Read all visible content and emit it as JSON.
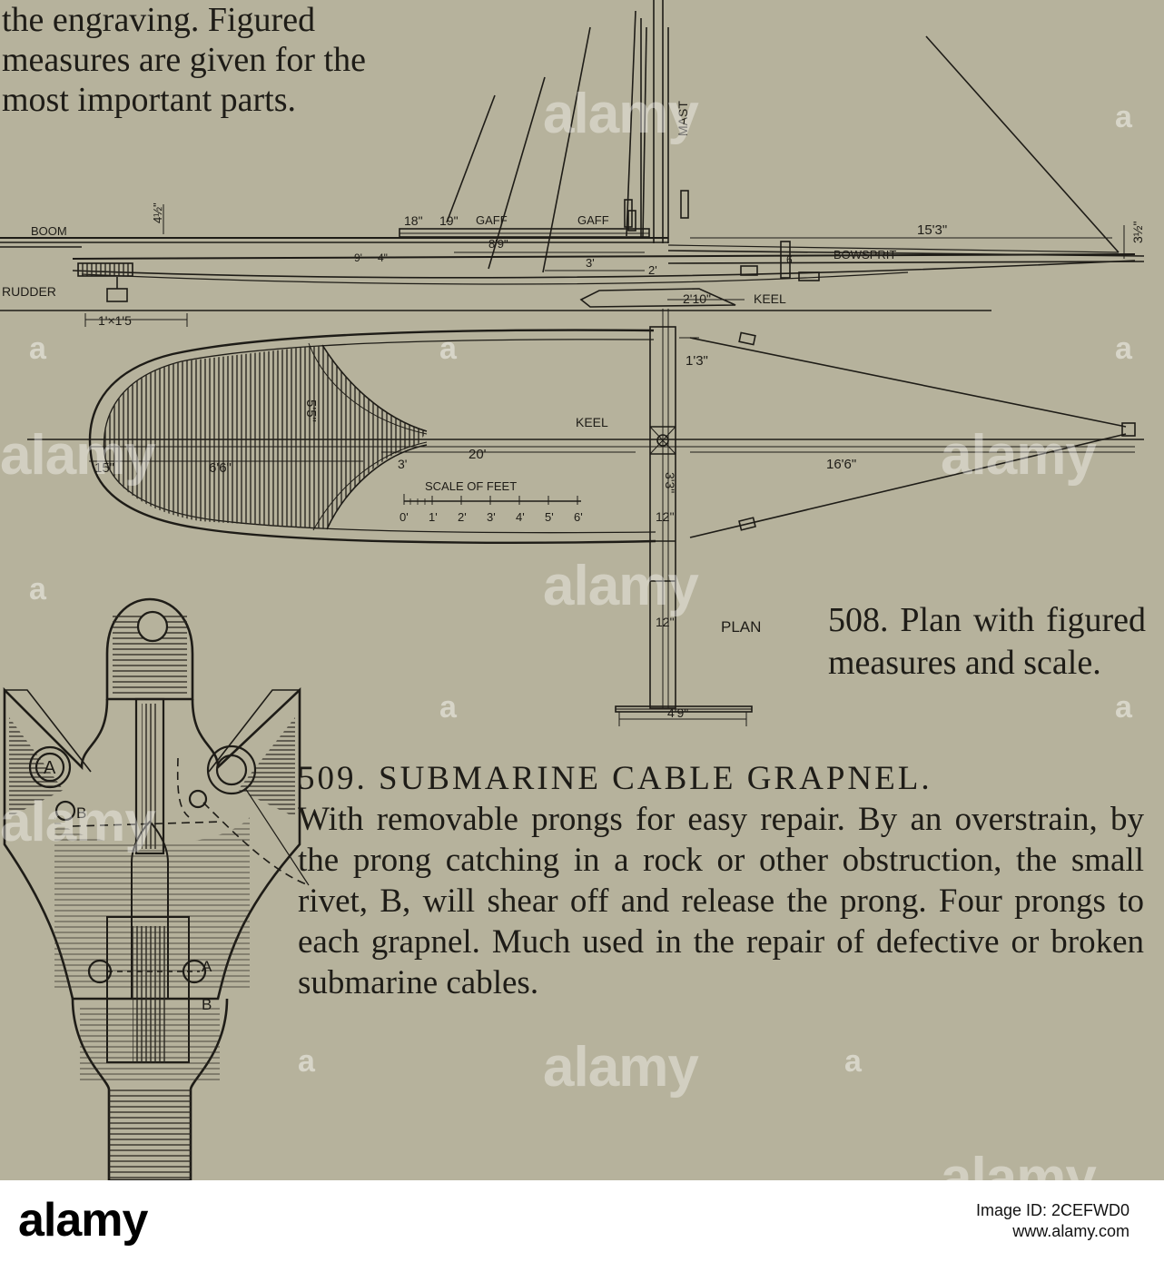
{
  "intro": {
    "line1": "the engraving.   Figured",
    "line2": "measures are given for the",
    "line3": "most important parts."
  },
  "elevation_labels": {
    "boom": "BOOM",
    "rudder": "RUDDER",
    "rudder_dim": "1'×1'5",
    "boom_dim": "4½\"",
    "gaff_18": "18\"",
    "gaff_19": "19\"",
    "gaff": "GAFF",
    "gaff2": "GAFF",
    "mast": "MAST",
    "gaff_len": "8'9\"",
    "boom_9": "9'",
    "boom_4": "4\"",
    "dim_3": "3'",
    "dim_2": "2'",
    "bowsprit": "BOWSPRIT",
    "bowsprit_len": "15'3\"",
    "bowsprit_dim": "3½\"",
    "dim_6": "6",
    "keel_dim": "2'10\"",
    "keel": "KEEL"
  },
  "plan_labels": {
    "keel": "KEEL",
    "dim_1_3": "1'3\"",
    "dim_5_5": "5'5\"",
    "dim_15": "15\"",
    "dim_6_6": "6'6\"",
    "dim_20": "20'",
    "dim_16_6": "16'6\"",
    "dim_3": "3'",
    "scale_title": "SCALE OF FEET",
    "scale_0": "0'",
    "scale_1": "1'",
    "scale_2": "2'",
    "scale_3": "3'",
    "scale_4": "4'",
    "scale_5": "5'",
    "scale_6": "6'",
    "dim_3_3": "3'3\"",
    "dim_12a": "12\"",
    "dim_12b": "12\"",
    "plan": "PLAN",
    "dim_4_9": "4'9\""
  },
  "caption_508": {
    "text": "508. Plan with figured measures and scale."
  },
  "caption_509": {
    "title": "509. SUBMARINE CABLE GRAPNEL.",
    "body": "With removable prongs for easy repair.  By an overstrain, by the prong catching in a rock or other obstruction, the small rivet, B, will shear off and release the prong.  Four prongs to each grapnel.  Much used in the repair of defective or broken submarine cables."
  },
  "grapnel_labels": {
    "a_circle": "A",
    "b_top": "B",
    "a_side": "A",
    "b_side": "B"
  },
  "watermark": {
    "text": "alamy",
    "mark": "a"
  },
  "footer": {
    "logo": "alamy",
    "image_id": "Image ID: 2CEFWD0",
    "site": "www.alamy.com"
  }
}
